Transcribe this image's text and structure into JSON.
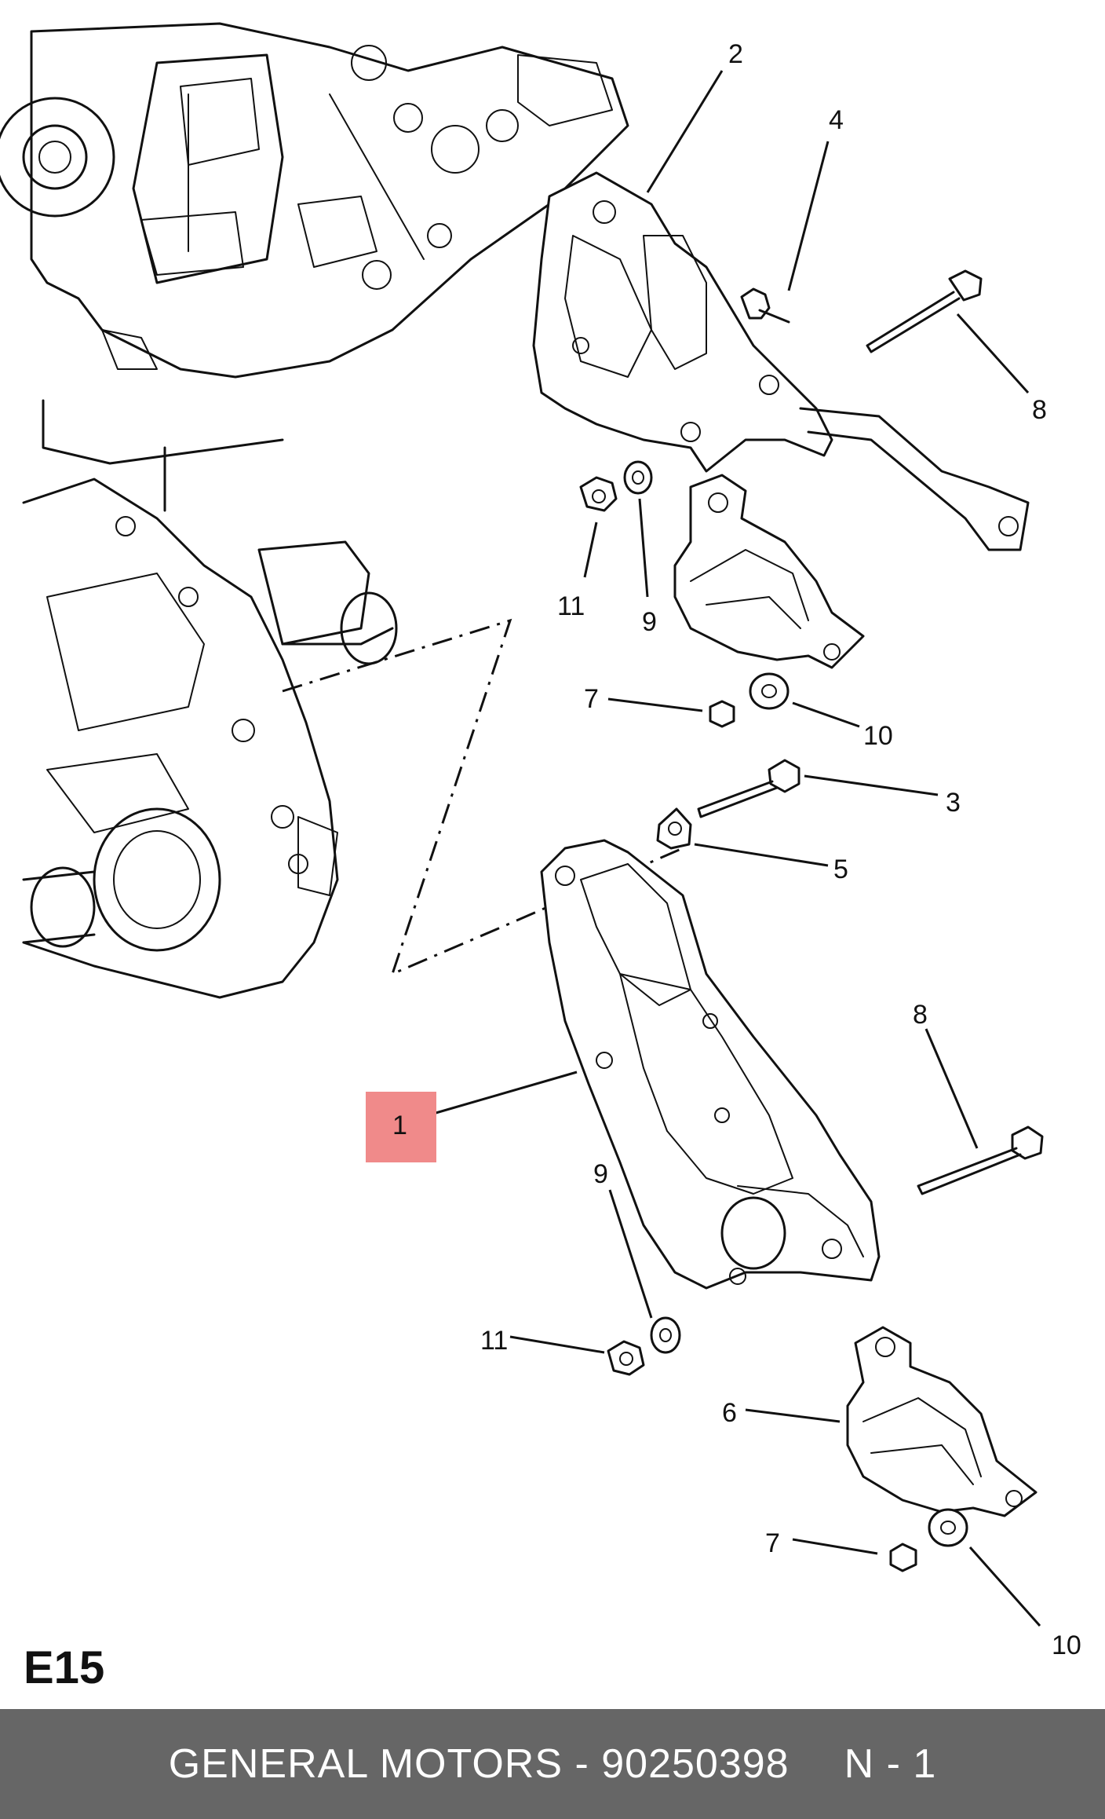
{
  "callouts": {
    "c1": "1",
    "c2": "2",
    "c3": "3",
    "c4": "4",
    "c5": "5",
    "c6": "6",
    "c7a": "7",
    "c7b": "7",
    "c8a": "8",
    "c8b": "8",
    "c9a": "9",
    "c9b": "9",
    "c10a": "10",
    "c10b": "10",
    "c11a": "11",
    "c11b": "11"
  },
  "section_code": "E15",
  "footer": {
    "brand": "GENERAL MOTORS",
    "separator": " - ",
    "part_number": "90250398",
    "quantity": "N - 1"
  },
  "colors": {
    "highlight": "#f08a8a",
    "footer_bg": "#666666",
    "footer_text": "#ffffff"
  }
}
